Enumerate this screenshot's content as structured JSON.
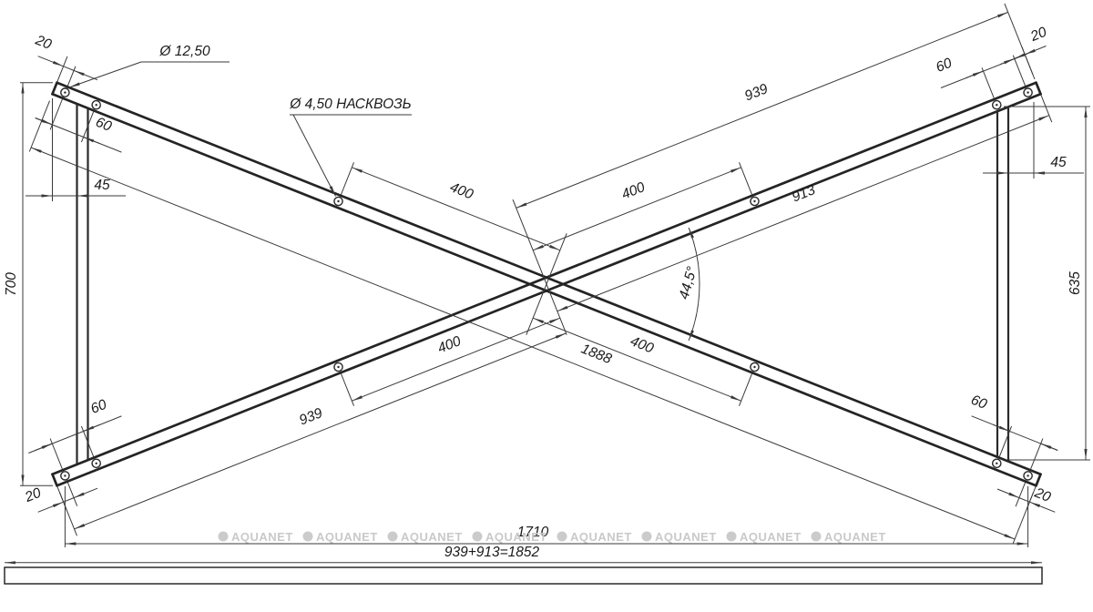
{
  "drawing": {
    "dims": {
      "end_offset": "20",
      "hole_pitch": "60",
      "edge_inset": "45",
      "left_height": "700",
      "right_height": "635",
      "hole_to_center": "400",
      "leg_upper": "939",
      "leg_right": "913",
      "leg_lower": "939",
      "bar_length": "1888",
      "cross_angle": "44,5°",
      "hole_span": "1710",
      "total_length": "939+913=1852"
    },
    "callouts": {
      "pivot_hole": "Ø 12,50",
      "through_hole": "Ø 4,50 НАСКВОЗЬ"
    },
    "watermark": "AQUANET"
  }
}
